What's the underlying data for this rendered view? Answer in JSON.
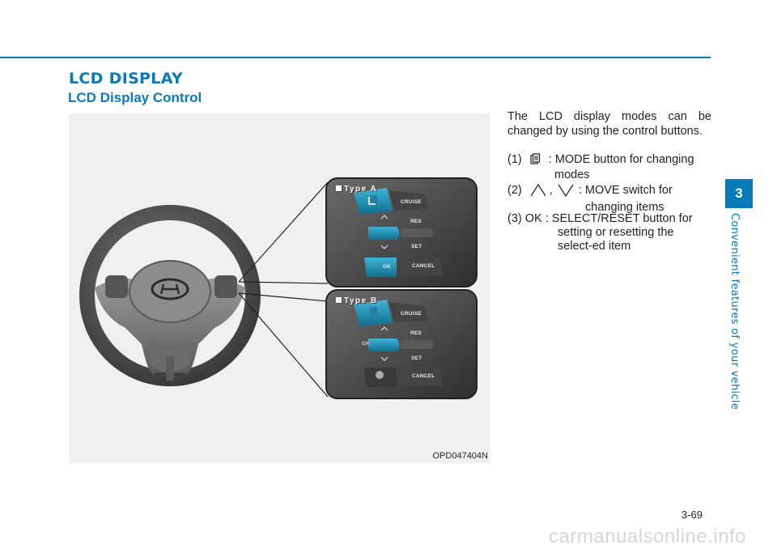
{
  "section": {
    "title": "LCD DISPLAY",
    "subtitle": "LCD Display Control"
  },
  "figure": {
    "code": "OPD047404N",
    "type_a": "Type A",
    "type_b": "Type B",
    "buttons": {
      "cruise": "CRUISE",
      "res": "RES",
      "set": "SET",
      "ok": "OK",
      "cancel": "CANCEL"
    }
  },
  "body": {
    "intro": "The LCD display modes can be changed by using the control buttons.",
    "items": [
      {
        "num": "(1)",
        "sep": " : ",
        "icon": "mode-book-icon",
        "desc_first": "MODE button for changing",
        "desc_cont": "modes"
      },
      {
        "num": "(2)",
        "comma": ",",
        "sep": " : ",
        "icons": [
          "chevron-up-icon",
          "chevron-down-icon"
        ],
        "desc_first": "MOVE switch for",
        "desc_cont": "changing items"
      },
      {
        "num": "(3) OK",
        "sep": " : ",
        "desc_first": "SELECT/RESET button for",
        "desc_cont": "setting or resetting the select-ed item"
      }
    ]
  },
  "side_tab": {
    "chapter": "3",
    "title": "Convenient features of your vehicle"
  },
  "page_number": "3-69",
  "watermark": "carmanualsonline.info",
  "colors": {
    "accent": "#0a7ab8",
    "figure_bg": "#f0f0f0",
    "button_highlight": "#1e8fb0"
  }
}
